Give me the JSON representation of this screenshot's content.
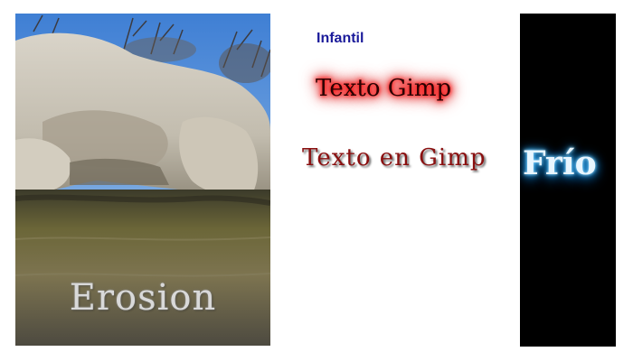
{
  "photo": {
    "caption": "Erosion"
  },
  "middle": {
    "label_infantil": "Infantil",
    "glow_text": "Texto Gimp",
    "shadow_text": "Texto en Gimp"
  },
  "cold": {
    "text": "Frío"
  },
  "colors": {
    "infantil": "#1a1a9a",
    "glow": "#ff0000",
    "shadow_text": "#8a1010",
    "cold_glow": "#39b6ff",
    "cold_bg": "#000000"
  }
}
